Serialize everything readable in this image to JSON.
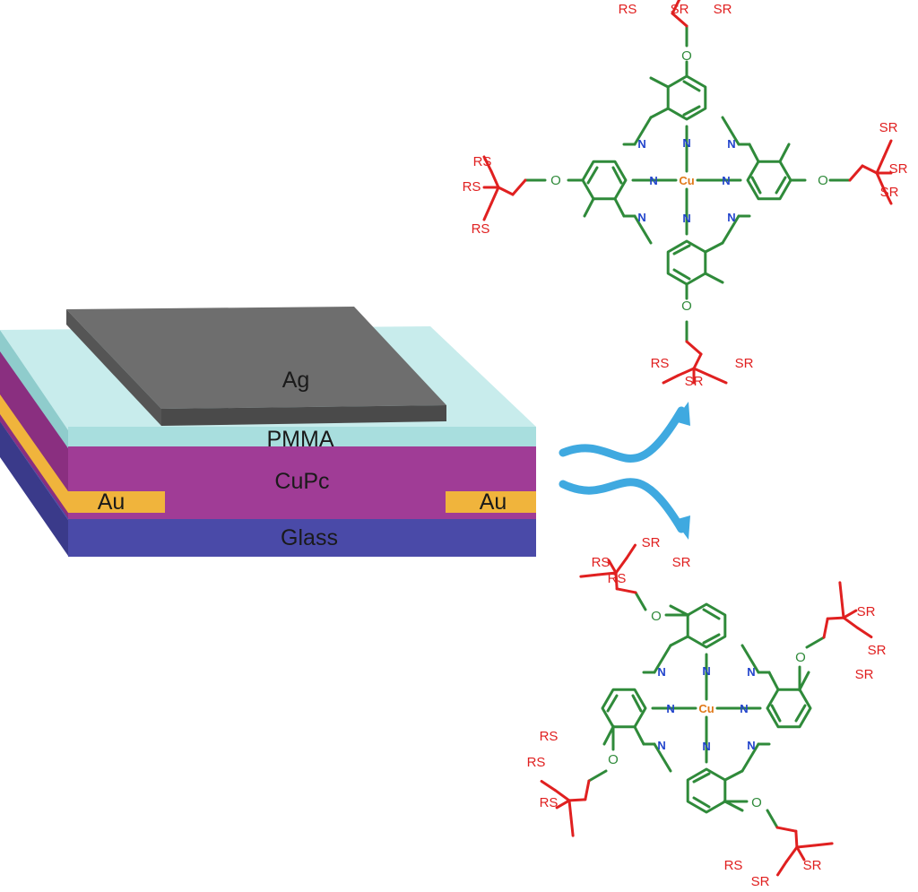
{
  "device": {
    "layers": {
      "ag": "Ag",
      "pmma": "PMMA",
      "cupc": "CuPc",
      "au_left": "Au",
      "au_right": "Au",
      "glass": "Glass"
    },
    "colors": {
      "ag": "#5f5f5f",
      "pmma": "#a8dede",
      "cupc": "#a03c96",
      "au": "#f0b43c",
      "glass": "#4a4aa8",
      "arrow": "#3fa9e0"
    }
  },
  "molecules": {
    "atoms": {
      "metal": "Cu",
      "nitrogen": "N",
      "oxygen": "O",
      "thioether_left": "RS",
      "thioether_right": "SR"
    },
    "colors": {
      "core": "#2f8a3a",
      "substituent": "#e02020",
      "nitrogen": "#2244cc",
      "metal": "#e07818"
    }
  }
}
